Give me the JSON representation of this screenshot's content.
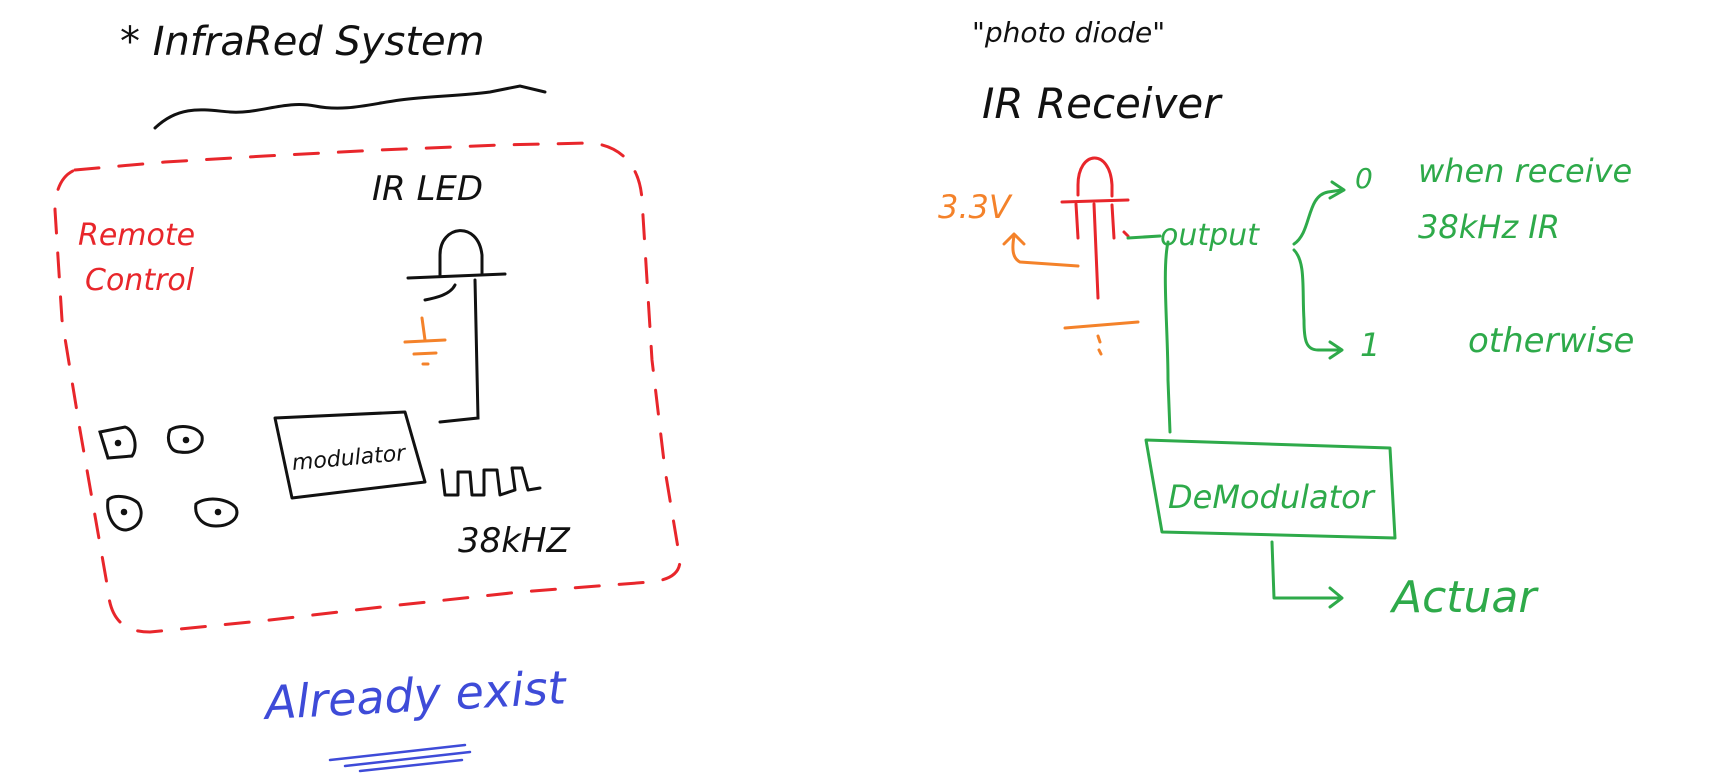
{
  "colors": {
    "ink": "#111111",
    "red": "#e8262b",
    "orange": "#f4822a",
    "green": "#2eaa4a",
    "blue": "#3e4bd8"
  },
  "left": {
    "title": "* InfraRed System",
    "remote_label_line1": "Remote",
    "remote_label_line2": "Control",
    "led_label": "IR LED",
    "modulator_label": "modulator",
    "frequency_label": "38kHZ",
    "footer_note": "Already exist"
  },
  "right": {
    "note": "\"photo diode\"",
    "title": "IR Receiver",
    "voltage_label": "3.3V",
    "output_label": "output",
    "state_zero_value": "0",
    "state_zero_text_line1": "when receive",
    "state_zero_text_line2": "38kHz IR",
    "state_one_value": "1",
    "state_one_text": "otherwise",
    "demodulator_label": "DeModulator",
    "actuator_label": "Actuar"
  }
}
